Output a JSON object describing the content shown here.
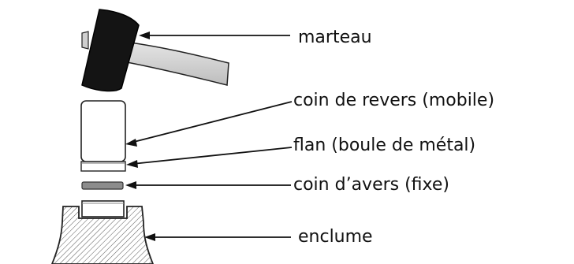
{
  "labels": {
    "hammer": "marteau",
    "upper_die": "coin de revers (mobile)",
    "blank": "flan (boule de métal)",
    "lower_die": "coin d’avers (fixe)",
    "anvil": "enclume"
  },
  "colors": {
    "ink": "#111111",
    "hammer_head": "#141414",
    "handle": "#d9d9d9",
    "blank": "#8c8c8c",
    "die_fill": "#ffffff",
    "hatch": "#555555"
  }
}
